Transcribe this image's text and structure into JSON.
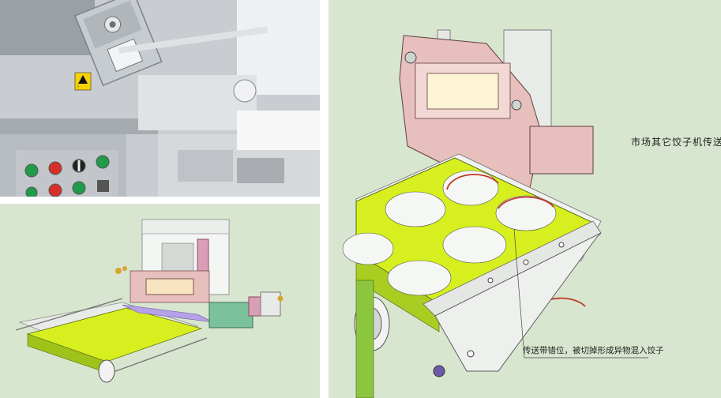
{
  "panels": {
    "photo": {
      "name": "dumpling-machine-photo"
    },
    "cad_small": {
      "name": "conveyor-assembly-render"
    },
    "cad_large": {
      "name": "conveyor-detail-render"
    }
  },
  "annotations": {
    "main_label": "市场其它饺子机传送方式",
    "conveyor_note": "传送带错位，被切掉形成异物混入饺子"
  },
  "icons": [
    "warning-label-icon",
    "green-button-icon",
    "red-button-icon",
    "knob-switch-icon"
  ],
  "colors": {
    "belt": "#d7ef1e",
    "pink_frame": "#e7bfbd",
    "cad_background": "#d8e6cf",
    "cut_mark": "#c0392b"
  }
}
